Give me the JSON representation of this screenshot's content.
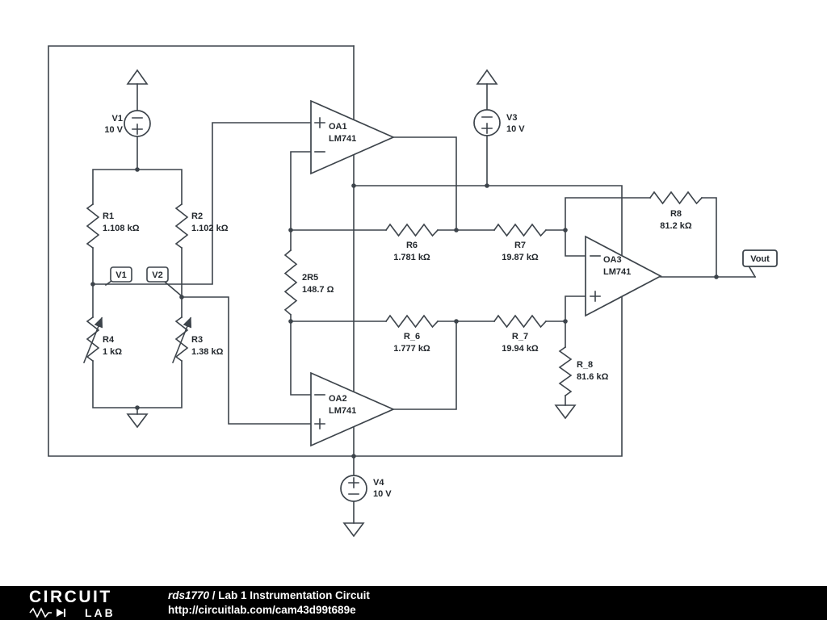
{
  "footer": {
    "brand_line1": "CIRCUIT",
    "brand_line2": "LAB",
    "title_author": "rds1770",
    "title_rest": " / Lab 1 Instrumentation Circuit",
    "url": "http://circuitlab.com/cam43d99t689e"
  },
  "components": {
    "v1": {
      "name": "V1",
      "value": "10 V"
    },
    "v3": {
      "name": "V3",
      "value": "10 V"
    },
    "v4": {
      "name": "V4",
      "value": "10 V"
    },
    "r1": {
      "name": "R1",
      "value": "1.108 kΩ"
    },
    "r2": {
      "name": "R2",
      "value": "1.102 kΩ"
    },
    "r3": {
      "name": "R3",
      "value": "1.38 kΩ"
    },
    "r4": {
      "name": "R4",
      "value": "1 kΩ"
    },
    "r5": {
      "name": "2R5",
      "value": "148.7 Ω"
    },
    "r6": {
      "name": "R6",
      "value": "1.781 kΩ"
    },
    "r7": {
      "name": "R7",
      "value": "19.87 kΩ"
    },
    "r6b": {
      "name": "R_6",
      "value": "1.777 kΩ"
    },
    "r7b": {
      "name": "R_7",
      "value": "19.94 kΩ"
    },
    "r8": {
      "name": "R8",
      "value": "81.2 kΩ"
    },
    "r8b": {
      "name": "R_8",
      "value": "81.6 kΩ"
    },
    "oa1": {
      "name": "OA1",
      "part": "LM741"
    },
    "oa2": {
      "name": "OA2",
      "part": "LM741"
    },
    "oa3": {
      "name": "OA3",
      "part": "LM741"
    }
  },
  "flags": {
    "v1": "V1",
    "v2": "V2",
    "vout": "Vout"
  },
  "colors": {
    "wire": "#3d444b",
    "text": "#23282d",
    "footer_bg": "#000000",
    "footer_text": "#ffffff"
  }
}
